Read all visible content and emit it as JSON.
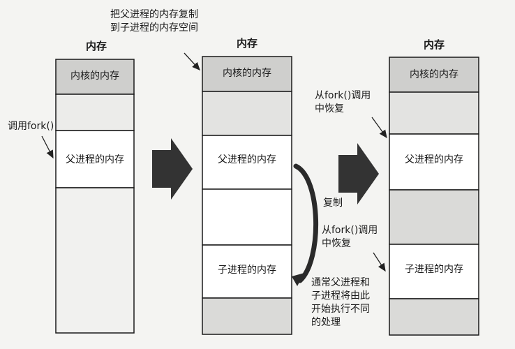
{
  "columns": [
    {
      "title": "内存",
      "segments": [
        {
          "label": "内核的内存",
          "fill": "#cfcfcd"
        },
        {
          "label": "",
          "fill": "#ececea"
        },
        {
          "label": "父进程的内存",
          "fill": "#ffffff"
        },
        {
          "label": "",
          "fill": "#f1f1ef"
        }
      ]
    },
    {
      "title": "内存",
      "segments": [
        {
          "label": "内核的内存",
          "fill": "#cfcfcd"
        },
        {
          "label": "",
          "fill": "#e3e3e1"
        },
        {
          "label": "父进程的内存",
          "fill": "#ffffff"
        },
        {
          "label": "",
          "fill": "#ffffff"
        },
        {
          "label": "子进程的内存",
          "fill": "#ffffff"
        },
        {
          "label": "",
          "fill": "#dadad8"
        }
      ]
    },
    {
      "title": "内存",
      "segments": [
        {
          "label": "内核的内存",
          "fill": "#cfcfcd"
        },
        {
          "label": "",
          "fill": "#e3e3e1"
        },
        {
          "label": "父进程的内存",
          "fill": "#ffffff"
        },
        {
          "label": "",
          "fill": "#dadad8"
        },
        {
          "label": "子进程的内存",
          "fill": "#ffffff"
        },
        {
          "label": "",
          "fill": "#dadad8"
        }
      ]
    }
  ],
  "annotations": {
    "call_fork": "调用fork()",
    "copy_note": "把父进程的内存复制\n到子进程的内存空间",
    "copy_label": "复制",
    "return_parent": "从fork()调用\n中恢复",
    "return_child": "从fork()调用\n中恢复",
    "child_note": "通常父进程和\n子进程将由此\n开始执行不同\n的处理"
  },
  "colors": {
    "arrow": "#333333",
    "outline": "#1a1a1a",
    "kernel": "#cfcfcd",
    "shaded": "#dadad8"
  }
}
